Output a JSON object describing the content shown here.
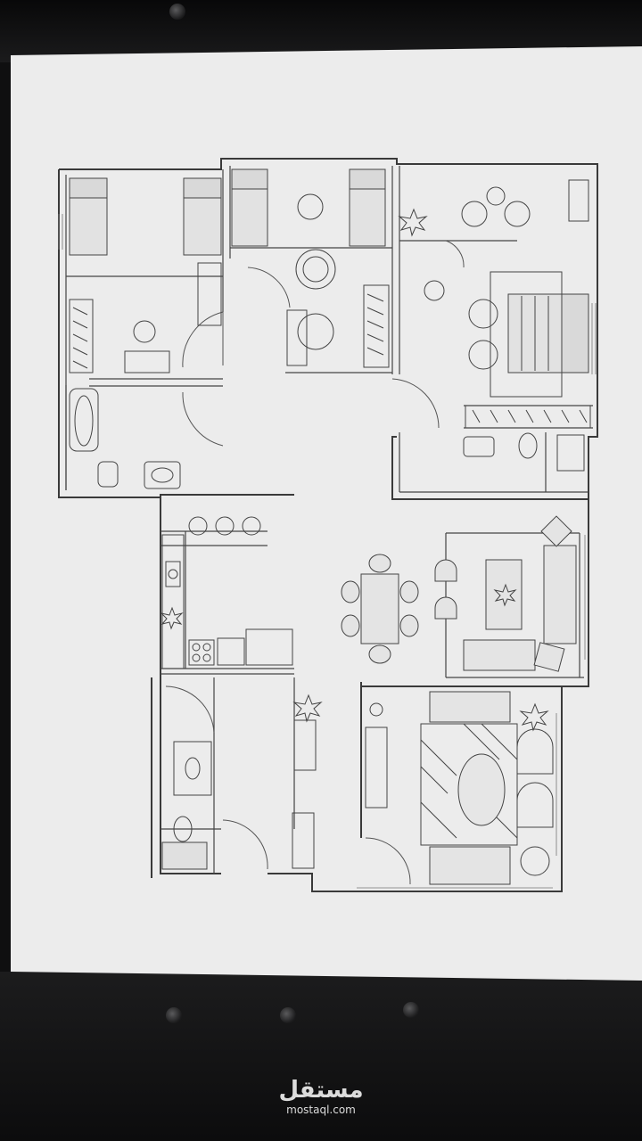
{
  "scene": {
    "kind": "photo-of-hand-drawn-floor-plan",
    "paper_color": "#ececec",
    "background_color": "#0f0f10",
    "ink_color": "#3a3a3a"
  },
  "watermark": {
    "logo_text": "مستقل",
    "site_text": "mostaql.com",
    "color": "#dcdcdc"
  }
}
